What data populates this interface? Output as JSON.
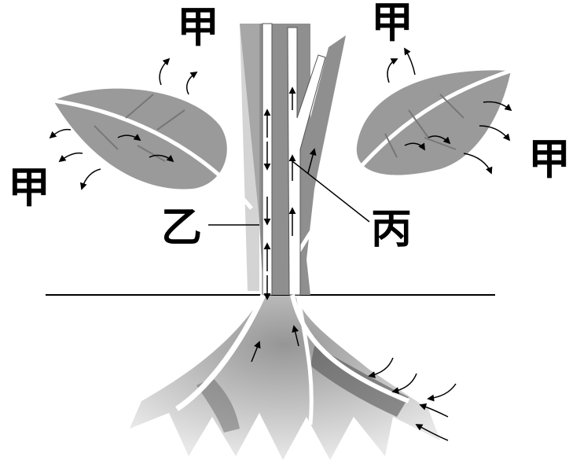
{
  "labels": {
    "jia": "甲",
    "yi": "乙",
    "bing": "丙"
  },
  "colors": {
    "plant_fill": "#8f8f8f",
    "leaf_fill": "#9a9a9a",
    "vessel_fill": "#ffffff",
    "root_fill": "#b5b5b5",
    "arrow_stroke": "#000000"
  },
  "icons": {
    "arrow": "arrowhead"
  }
}
